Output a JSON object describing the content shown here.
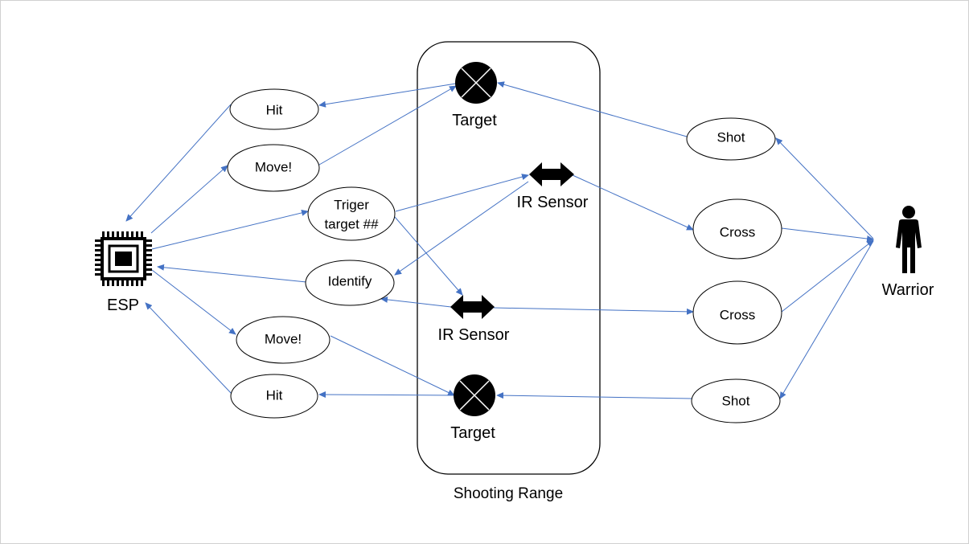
{
  "diagram": {
    "actors": {
      "esp": {
        "label": "ESP"
      },
      "warrior": {
        "label": "Warrior"
      }
    },
    "shooting_range": {
      "label": "Shooting Range"
    },
    "components": {
      "target_top": {
        "label": "Target"
      },
      "target_bottom": {
        "label": "Target"
      },
      "ir_sensor_top": {
        "label": "IR Sensor"
      },
      "ir_sensor_bottom": {
        "label": "IR Sensor"
      }
    },
    "use_cases": {
      "hit_top": {
        "label": "Hit"
      },
      "move_top": {
        "label": "Move!"
      },
      "triger": {
        "line1": "Triger",
        "line2": "target ##"
      },
      "identify": {
        "label": "Identify"
      },
      "move_bottom": {
        "label": "Move!"
      },
      "hit_bottom": {
        "label": "Hit"
      },
      "shot_top": {
        "label": "Shot"
      },
      "cross_top": {
        "label": "Cross"
      },
      "cross_bottom": {
        "label": "Cross"
      },
      "shot_bottom": {
        "label": "Shot"
      }
    },
    "colors": {
      "connector": "#4472c4",
      "stroke": "#000000",
      "icon_fill": "#000000"
    }
  }
}
